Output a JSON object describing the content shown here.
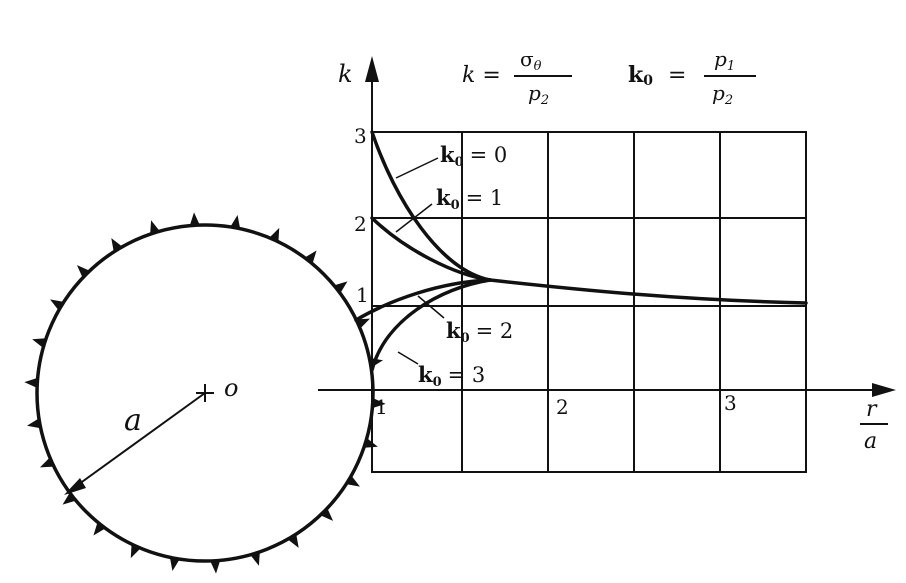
{
  "axes": {
    "y_label": "k",
    "x_label_num": "r",
    "x_label_den": "a",
    "y_ticks": [
      "3",
      "2",
      "1"
    ],
    "x_ticks": [
      "1",
      "2",
      "3"
    ]
  },
  "formulas": {
    "k_left": "k =",
    "k_num": "σ",
    "k_num_sub": "θ",
    "k_den": "p",
    "k_den_sub": "2",
    "k0_left": "k",
    "k0_left_sub": "0",
    "k0_eq": "=",
    "k0_num": "p",
    "k0_num_sub": "1",
    "k0_den": "p",
    "k0_den_sub": "2"
  },
  "curve_labels": [
    {
      "k": "k",
      "sub": "0",
      "rest": "=  0"
    },
    {
      "k": "k",
      "sub": "0",
      "rest": "=  1"
    },
    {
      "k": "k",
      "sub": "0",
      "rest": "=  2"
    },
    {
      "k": "k",
      "sub": "0",
      "rest": "=  3"
    }
  ],
  "circle": {
    "center_label": "o",
    "radius_label": "a"
  },
  "colors": {
    "ink": "#111111",
    "background": "#ffffff"
  }
}
